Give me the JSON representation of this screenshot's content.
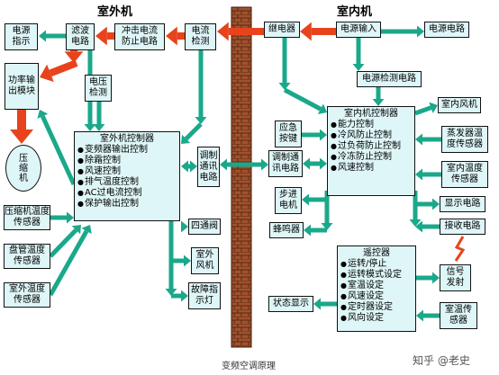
{
  "regions": {
    "outdoor": "室外机",
    "indoor": "室内机"
  },
  "caption": "变频空调原理",
  "watermark": "知乎 @老史",
  "colors": {
    "box_fill": "#dff6f8",
    "arrow_teal": "#1aa88a",
    "arrow_red": "#e8431c",
    "wall": "#a0522d"
  },
  "outdoor": {
    "power_indicator": [
      "电源",
      "指示"
    ],
    "filter_circuit": [
      "滤波",
      "电路"
    ],
    "surge_protect": [
      "冲击电流",
      "防止电路"
    ],
    "current_detect_out": [
      "电流",
      "检测"
    ],
    "power_module": [
      "功率输",
      "出模块"
    ],
    "voltage_detect": [
      "电压",
      "检测"
    ],
    "compressor": [
      "压",
      "缩",
      "机"
    ],
    "controller": {
      "title": "室外机控制器",
      "items": [
        "变频器输出控制",
        "除霜控制",
        "风速控制",
        "排气温度控制",
        "AC过电流控制",
        "保护输出控制"
      ]
    },
    "comm_out": [
      "调制",
      "通讯",
      "电路"
    ],
    "compressor_temp": [
      "压缩机温度",
      "传感器"
    ],
    "coil_temp": [
      "盘管温度",
      "传感器"
    ],
    "outdoor_temp": [
      "室外温度",
      "传感器"
    ],
    "four_way_valve": [
      "四通阀"
    ],
    "outdoor_fan": [
      "室外",
      "风机"
    ],
    "fault_light": [
      "故障指",
      "示灯"
    ]
  },
  "indoor": {
    "relay": [
      "继电器"
    ],
    "power_input": [
      "电源输入"
    ],
    "power_circuit": [
      "电源电路"
    ],
    "power_detect": [
      "电源检测电路"
    ],
    "indoor_fan": [
      "室内风机"
    ],
    "emergency_key": [
      "应急",
      "按键"
    ],
    "comm_in": [
      "调制通",
      "讯电路"
    ],
    "controller": {
      "title": "室内机控制器",
      "items": [
        "能力控制",
        "冷风防止控制",
        "过负荷防止控制",
        "冷冻防止控制",
        "风速控制"
      ]
    },
    "evap_temp": [
      "蒸发器温",
      "度传感器"
    ],
    "room_temp": [
      "室内温度",
      "传感器"
    ],
    "stepper_motor": [
      "步进",
      "电机"
    ],
    "buzzer": [
      "蜂鸣器"
    ],
    "display_circuit": [
      "显示电路"
    ],
    "receiver_circuit": [
      "接收电路"
    ],
    "remote": {
      "title": "遥控器",
      "items": [
        "运转/停止",
        "运转模式设定",
        "室温设定",
        "风速设定",
        "定时器设定",
        "风向设定"
      ]
    },
    "status_display": [
      "状态显示"
    ],
    "signal_emit": [
      "信号",
      "发射"
    ],
    "room_temp_sensor": [
      "室温传",
      "感器"
    ]
  }
}
